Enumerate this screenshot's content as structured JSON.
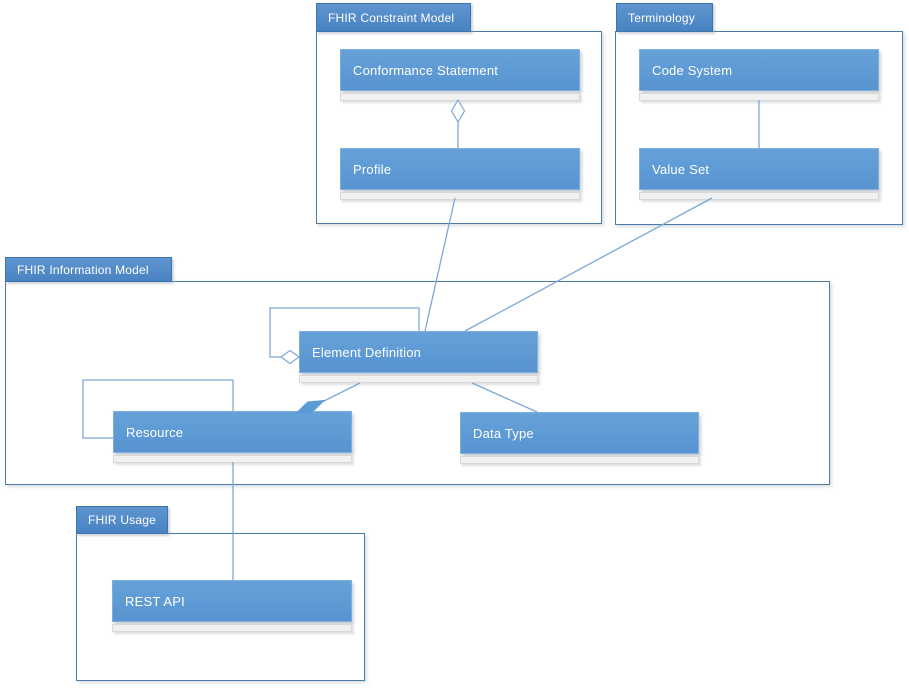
{
  "packages": [
    {
      "label": "FHIR Constraint Model"
    },
    {
      "label": "Terminology"
    },
    {
      "label": "FHIR Information Model"
    },
    {
      "label": "FHIR Usage"
    }
  ],
  "classes": [
    {
      "label": "Conformance Statement",
      "package": "FHIR Constraint Model"
    },
    {
      "label": "Profile",
      "package": "FHIR Constraint Model"
    },
    {
      "label": "Code System",
      "package": "Terminology"
    },
    {
      "label": "Value Set",
      "package": "Terminology"
    },
    {
      "label": "Element Definition",
      "package": "FHIR Information Model"
    },
    {
      "label": "Resource",
      "package": "FHIR Information Model"
    },
    {
      "label": "Data Type",
      "package": "FHIR Information Model"
    },
    {
      "label": "REST API",
      "package": "FHIR Usage"
    }
  ],
  "connectors": [
    {
      "from": "Profile",
      "to": "Conformance Statement",
      "type": "aggregation"
    },
    {
      "from": "Code System",
      "to": "Value Set",
      "type": "association"
    },
    {
      "from": "Profile",
      "to": "Element Definition",
      "type": "association"
    },
    {
      "from": "Value Set",
      "to": "Element Definition",
      "type": "association"
    },
    {
      "from": "Element Definition",
      "to": "Element Definition",
      "type": "self-aggregation"
    },
    {
      "from": "Element Definition",
      "to": "Resource",
      "type": "composition"
    },
    {
      "from": "Element Definition",
      "to": "Data Type",
      "type": "association"
    },
    {
      "from": "Resource",
      "to": "Resource",
      "type": "self-association"
    },
    {
      "from": "Resource",
      "to": "REST API",
      "type": "association"
    }
  ],
  "colors": {
    "class_fill": "#5b9bd5",
    "tab_fill": "#4e87c5",
    "package_border": "#4d7ba7",
    "connector": "#7da7d8",
    "compartment_fill": "#f1f1f1",
    "label_text": "#ffffff"
  }
}
